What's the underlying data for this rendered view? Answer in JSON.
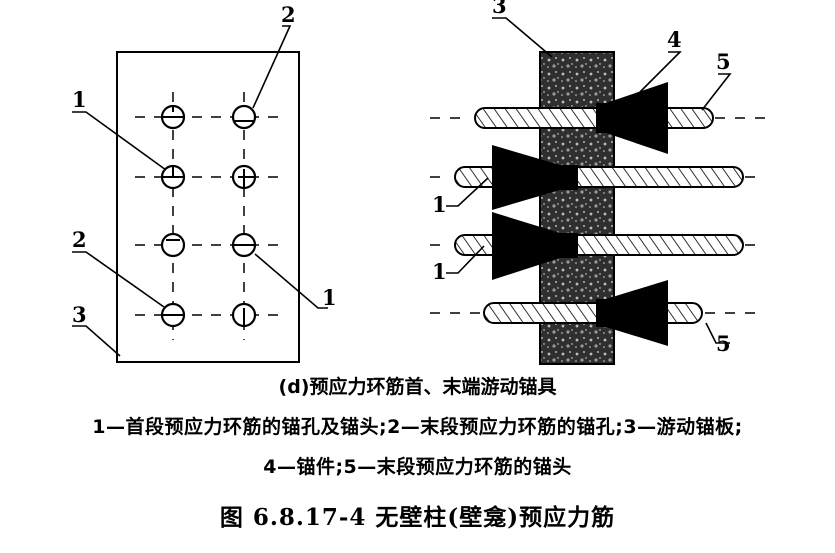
{
  "labels": {
    "left_top_2": "2",
    "left_1_upper": "1",
    "left_2_lower": "2",
    "left_3": "3",
    "left_1_right": "1",
    "right_3": "3",
    "right_4": "4",
    "right_5_top": "5",
    "right_1_upper": "1",
    "right_1_lower": "1",
    "right_5_bottom": "5"
  },
  "captions": {
    "subcaption": "(d)预应力环筋首、末端游动锚具",
    "legend_line1": "1—首段预应力环筋的锚孔及锚头;2—末段预应力环筋的锚孔;3—游动锚板;",
    "legend_line2": "4—锚件;5—末段预应力环筋的锚头",
    "figure_title": "图 6.8.17-4 无壁柱(壁龛)预应力筋"
  },
  "colors": {
    "ink": "#000000",
    "plate_fill": "#3a3a3a",
    "background": "#ffffff"
  }
}
